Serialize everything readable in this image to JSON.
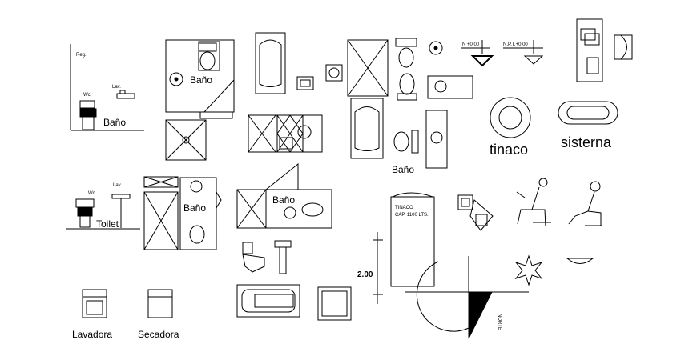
{
  "labels": {
    "reg": "Reg.",
    "wc_1": "Wc.",
    "lav_1": "Lav.",
    "bano_1": "Baño",
    "bano_2": "Baño",
    "bano_3": "Baño",
    "bano_4": "Baño",
    "bano_5": "Baño",
    "wc_2": "Wc.",
    "lav_2": "Lav.",
    "toilet": "Toilet",
    "n_level": "N +0.00",
    "npt_level": "N.P.T.+0.00",
    "tinaco": "tinaco",
    "sisterna": "sisterna",
    "tank_name": "TINACO",
    "tank_capacity": "CAP. 1100 LTS.",
    "height_dim": "2.00",
    "norte": "NORTE",
    "lavadora": "Lavadora",
    "secadora": "Secadora"
  }
}
